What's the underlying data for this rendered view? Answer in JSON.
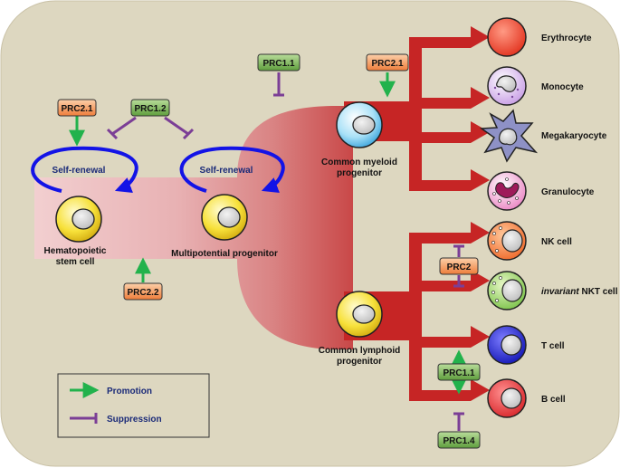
{
  "labels": {
    "hsc": [
      "Hematopoietic",
      "stem cell"
    ],
    "mpp": "Multipotential progenitor",
    "cmp": [
      "Common myeloid",
      "progenitor"
    ],
    "clp": [
      "Common lymphoid",
      "progenitor"
    ],
    "self_renewal": "Self-renewal",
    "erythrocyte": "Erythrocyte",
    "monocyte": "Monocyte",
    "megakaryocyte": "Megakaryocyte",
    "granulocyte": "Granulocyte",
    "nk_cell": "NK cell",
    "nkt_italic": "invariant",
    "nkt_rest": " NKT cell",
    "t_cell": "T cell",
    "b_cell": "B cell"
  },
  "regulators": {
    "prc21_hsc": "PRC2.1",
    "prc12": "PRC1.2",
    "prc22": "PRC2.2",
    "prc11_cmp": "PRC1.1",
    "prc21_myeloid": "PRC2.1",
    "prc2": "PRC2",
    "prc11_t": "PRC1.1",
    "prc14": "PRC1.4"
  },
  "legend": {
    "promotion": "Promotion",
    "suppression": "Suppression"
  },
  "colors": {
    "background": "#ddd7c0",
    "promotion": "#22b24c",
    "suppression": "#7b3e96",
    "self_renewal": "#1313e6",
    "prc1_box": "#6fae4c",
    "prc2_box": "#ef8441",
    "lineage_red": "#c42424"
  }
}
